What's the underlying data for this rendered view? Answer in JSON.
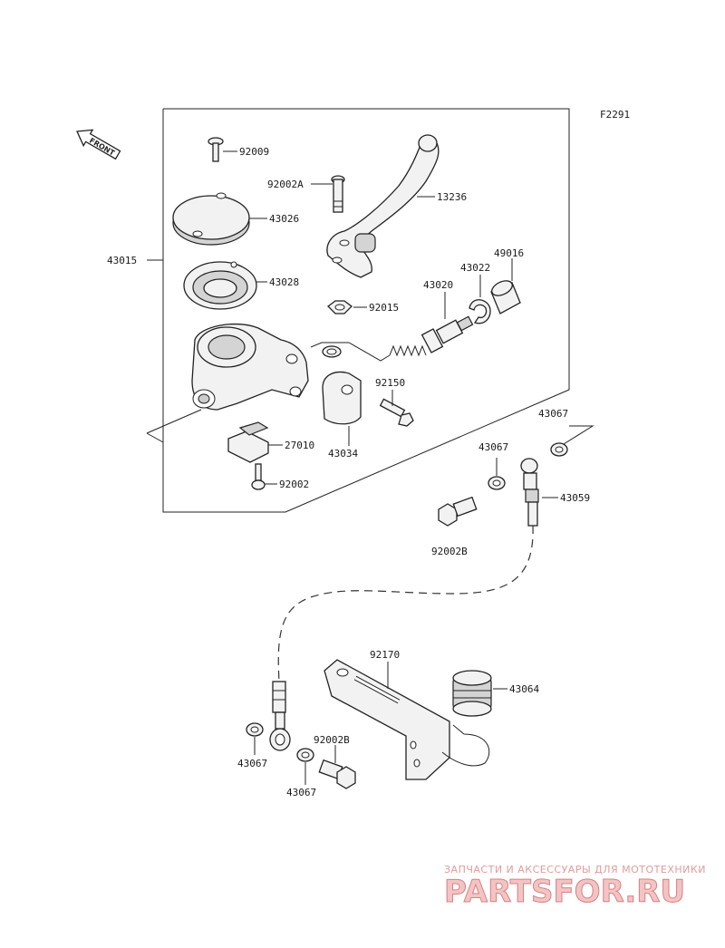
{
  "figure_code": "F2291",
  "front_arrow": "FRONT",
  "labels": {
    "p92009": "92009",
    "p92002A": "92002A",
    "p13236": "13236",
    "p43026": "43026",
    "p43015": "43015",
    "p43028": "43028",
    "p49016": "49016",
    "p43022": "43022",
    "p43020": "43020",
    "p92015": "92015",
    "p92150": "92150",
    "p43034": "43034",
    "p27010": "27010",
    "p92002": "92002",
    "p43067a": "43067",
    "p43067b": "43067",
    "p43059": "43059",
    "p92002B_a": "92002B",
    "p92170": "92170",
    "p43064": "43064",
    "p92002B_b": "92002B",
    "p43067c": "43067",
    "p43067d": "43067"
  },
  "watermark": {
    "tagline": "ЗАПЧАСТИ И АКСЕССУАРЫ ДЛЯ МОТОТЕХНИКИ",
    "logo": "PARTSFOR.RU"
  }
}
